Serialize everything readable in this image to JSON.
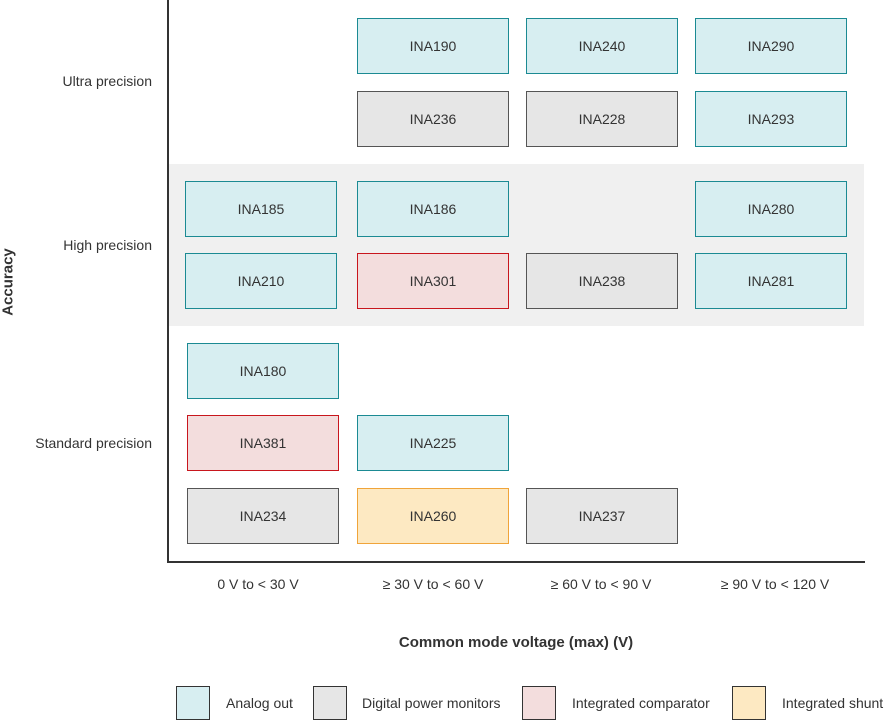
{
  "axes": {
    "y_title": "Accuracy",
    "x_title": "Common mode voltage (max) (V)",
    "rows": [
      "Ultra precision",
      "High precision",
      "Standard precision"
    ],
    "columns": [
      "0 V to < 30 V",
      "≥ 30 V to < 60 V",
      "≥ 60 V to < 90 V",
      "≥ 90 V to < 120 V"
    ]
  },
  "devices": {
    "ina190": "INA190",
    "ina240": "INA240",
    "ina290": "INA290",
    "ina236": "INA236",
    "ina228": "INA228",
    "ina293": "INA293",
    "ina185": "INA185",
    "ina186": "INA186",
    "ina280": "INA280",
    "ina210": "INA210",
    "ina301": "INA301",
    "ina238": "INA238",
    "ina281": "INA281",
    "ina180": "INA180",
    "ina381": "INA381",
    "ina225": "INA225",
    "ina234": "INA234",
    "ina260": "INA260",
    "ina237": "INA237"
  },
  "legend": {
    "analog": "Analog out",
    "digital": "Digital power monitors",
    "comparator": "Integrated comparator",
    "shunt": "Integrated shunt"
  },
  "colors": {
    "analog_fill": "#d7eef1",
    "analog_border": "#1b8a93",
    "digital_fill": "#e6e6e6",
    "digital_border": "#555555",
    "comparator_fill": "#f3dddd",
    "comparator_border": "#c8161d",
    "shunt_fill": "#fde9c2",
    "shunt_border": "#f0a43a"
  }
}
